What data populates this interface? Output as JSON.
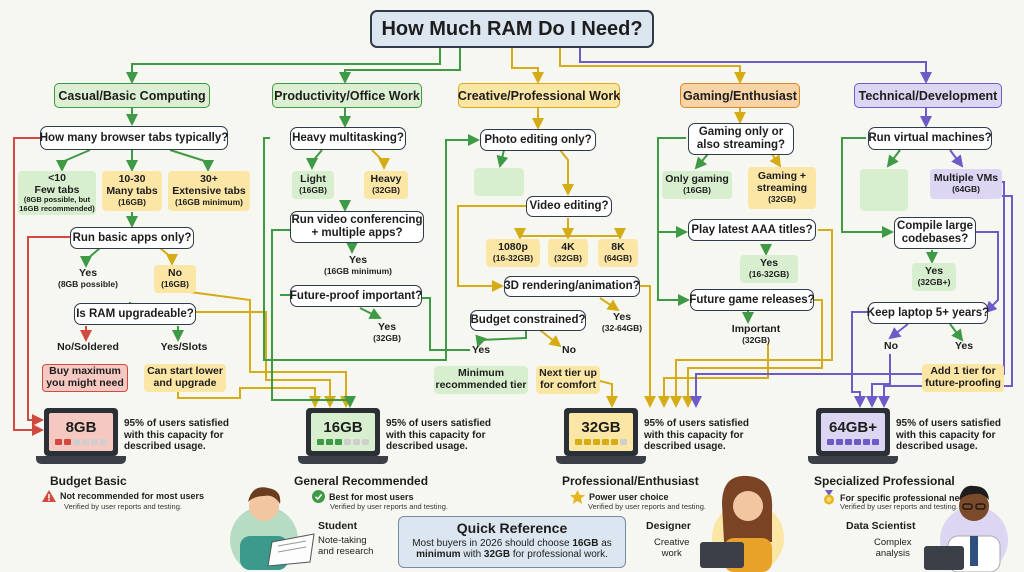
{
  "title": "How Much RAM Do I Need?",
  "categories": [
    {
      "label": "Casual/Basic Computing",
      "color": "#dcefd2",
      "line": "#3f9a45"
    },
    {
      "label": "Productivity/Office Work",
      "color": "#dcefd2",
      "line": "#3f9a45"
    },
    {
      "label": "Creative/Professional Work",
      "color": "#fbe6a6",
      "line": "#d6ac16"
    },
    {
      "label": "Gaming/Enthusiast",
      "color": "#f8d3a6",
      "line": "#d6ac16"
    },
    {
      "label": "Technical/Development",
      "color": "#dcd6f2",
      "line": "#6f5bc8"
    }
  ],
  "casual": {
    "q1": "How many browser tabs typically?",
    "tabs": [
      {
        "l1": "<10",
        "l2": "Few tabs",
        "note": "(8GB possible, but 16GB recommended)"
      },
      {
        "l1": "10-30",
        "l2": "Many tabs",
        "note": "(16GB)"
      },
      {
        "l1": "30+",
        "l2": "Extensive tabs",
        "note": "(16GB minimum)"
      }
    ],
    "q2": "Run basic apps only?",
    "yes": {
      "l1": "Yes",
      "l2": "(8GB possible)"
    },
    "no": {
      "l1": "No",
      "l2": "(16GB)"
    },
    "q3": "Is RAM upgradeable?",
    "soldered": "No/Soldered",
    "slots": "Yes/Slots",
    "buy_max": {
      "l1": "Buy maximum",
      "l2": "you might need"
    },
    "start_lower": {
      "l1": "Can start lower",
      "l2": "and upgrade"
    }
  },
  "productivity": {
    "q1": "Heavy multitasking?",
    "light": {
      "l1": "Light",
      "l2": "(16GB)"
    },
    "heavy": {
      "l1": "Heavy",
      "l2": "(32GB)"
    },
    "q2": {
      "l1": "Run video conferencing",
      "l2": "+ multiple apps?"
    },
    "yes16": {
      "l1": "Yes",
      "l2": "(16GB minimum)"
    },
    "q3": "Future-proof important?",
    "yes32": {
      "l1": "Yes",
      "l2": "(32GB)"
    }
  },
  "creative": {
    "q1": "Photo editing only?",
    "yes": "Yes",
    "q2": "Video editing?",
    "res": [
      {
        "l1": "1080p",
        "l2": "(16-32GB)"
      },
      {
        "l1": "4K",
        "l2": "(32GB)"
      },
      {
        "l1": "8K",
        "l2": "(64GB)"
      }
    ],
    "q3": "3D rendering/animation?",
    "yes3d": {
      "l1": "Yes",
      "l2": "(32-64GB)"
    },
    "q4": "Budget constrained?",
    "no": "No",
    "min_tier": {
      "l1": "Minimum",
      "l2": "recommended tier"
    },
    "next_tier": {
      "l1": "Next tier up",
      "l2": "for comfort"
    }
  },
  "gaming": {
    "q1": {
      "l1": "Gaming only or",
      "l2": "also streaming?"
    },
    "only": {
      "l1": "Only gaming",
      "l2": "(16GB)"
    },
    "stream": {
      "l1": "Gaming +",
      "l2": "streaming",
      "l3": "(32GB)"
    },
    "q2": "Play latest AAA titles?",
    "yes": {
      "l1": "Yes",
      "l2": "(16-32GB)"
    },
    "q3": "Future game releases?",
    "important": {
      "l1": "Important",
      "l2": "(32GB)"
    }
  },
  "technical": {
    "q1": "Run virtual machines?",
    "yes": "Yes",
    "multi": {
      "l1": "Multiple VMs",
      "l2": "(64GB)"
    },
    "q2": {
      "l1": "Compile large",
      "l2": "codebases?"
    },
    "yes32": {
      "l1": "Yes",
      "l2": "(32GB+)"
    },
    "q3": "Keep laptop 5+ years?",
    "no": "No",
    "add_tier": {
      "l1": "Add 1 tier for",
      "l2": "future-proofing"
    }
  },
  "tiers": [
    {
      "cap": "8GB",
      "name": "Budget Basic",
      "badge": "Not recommended for most users",
      "icon": "warning-icon",
      "screen": "#f6c8c2",
      "bar": "#d24a3f",
      "filled": 1
    },
    {
      "cap": "16GB",
      "name": "General Recommended",
      "badge": "Best for most users",
      "icon": "check-icon",
      "screen": "#d8efcf",
      "bar": "#3f9a45",
      "filled": 2
    },
    {
      "cap": "32GB",
      "name": "Professional/Enthusiast",
      "badge": "Power user choice",
      "icon": "star-icon",
      "screen": "#fbe6a6",
      "bar": "#d6ac16",
      "filled": 3
    },
    {
      "cap": "64GB+",
      "name": "Specialized Professional",
      "badge": "For specific professional needs",
      "icon": "medal-icon",
      "screen": "#dcd6f2",
      "bar": "#6f5bc8",
      "filled": 4
    }
  ],
  "satisfied": "95% of users satisfied with this capacity for described usage.",
  "verified": "Verified by user reports and testing.",
  "personas": [
    {
      "title": "Student",
      "l1": "Note-taking",
      "l2": "and research"
    },
    {
      "title": "Designer",
      "l1": "Creative",
      "l2": "work"
    },
    {
      "title": "Data Scientist",
      "l1": "Complex",
      "l2": "analysis"
    }
  ],
  "quick": {
    "title": "Quick Reference",
    "l1a": "Most buyers in 2026 should choose ",
    "l1b": "16GB",
    "l1c": " as",
    "l2a": "minimum",
    "l2b": " with ",
    "l2c": "32GB",
    "l2d": " for professional work."
  }
}
